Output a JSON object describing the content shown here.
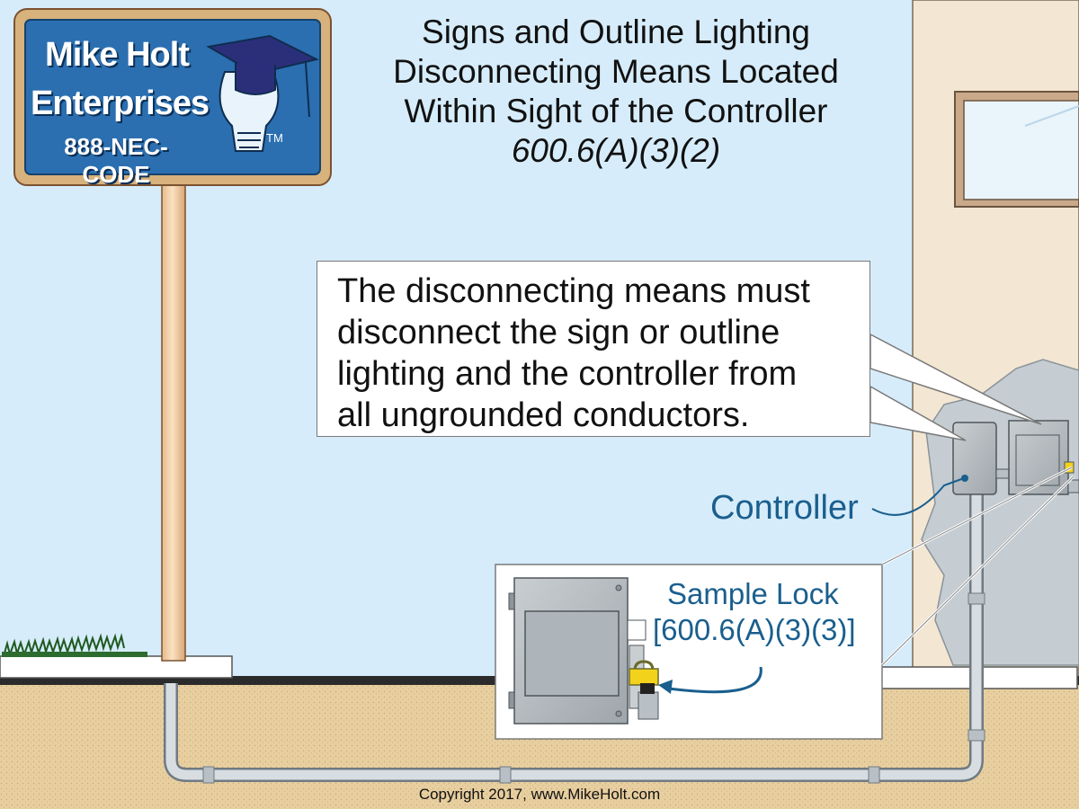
{
  "logo": {
    "line1": "Mike Holt",
    "line2": "Enterprises",
    "line3": "888-NEC-CODE",
    "trademark": "TM"
  },
  "title": {
    "line1": "Signs and Outline Lighting",
    "line2": "Disconnecting Means Located",
    "line3": "Within Sight of the Controller",
    "reference": "600.6(A)(3)(2)"
  },
  "callout": {
    "line1": "The disconnecting means must",
    "line2": "disconnect the sign or outline",
    "line3": "lighting and the controller from",
    "line4": "all ungrounded conductors."
  },
  "labels": {
    "controller": "Controller",
    "lock_line1": "Sample Lock",
    "lock_line2": "[600.6(A)(3)(3)]"
  },
  "footer": {
    "copyright": "Copyright 2017, www.MikeHolt.com"
  },
  "colors": {
    "sky": "#d6ecfa",
    "wall": "#f3e6d3",
    "ground": "#e8cfa0",
    "sign_blue": "#2b6fb1",
    "sign_frame": "#d8b27c",
    "label_blue": "#1a5f8e",
    "lock_yellow": "#f2d21b"
  }
}
